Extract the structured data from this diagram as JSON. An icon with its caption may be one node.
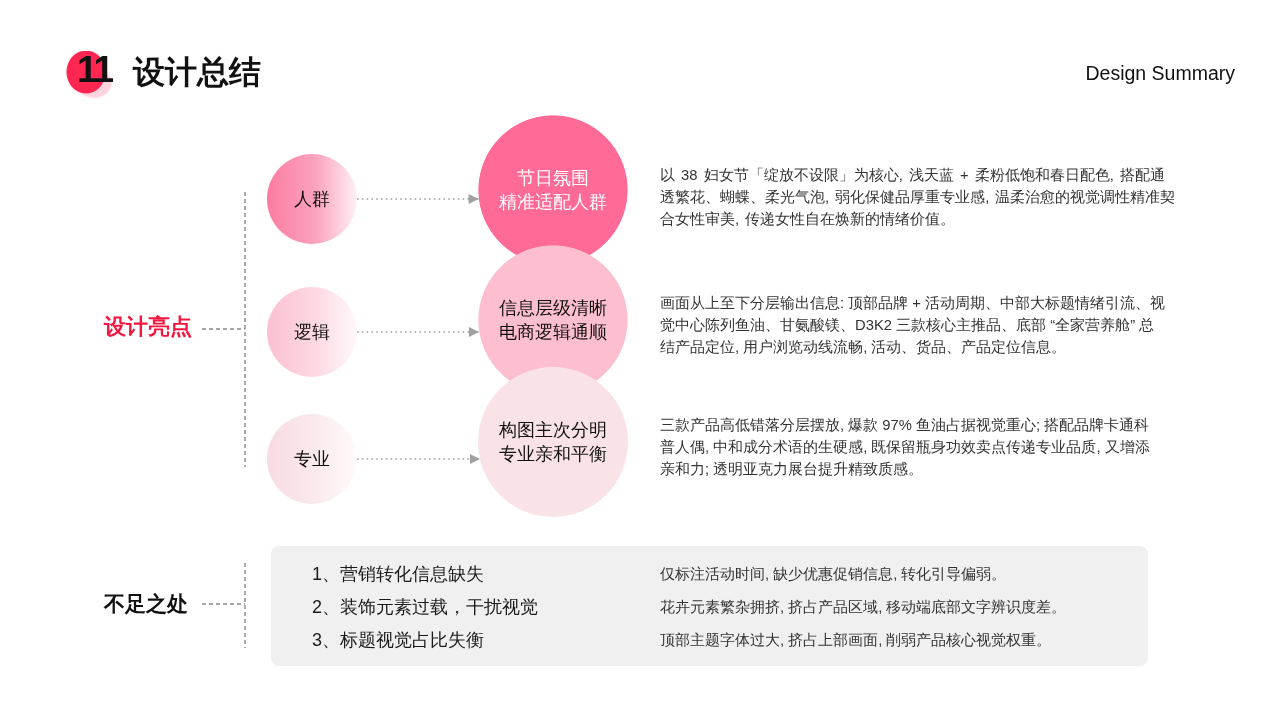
{
  "diagram": {
    "title": "设计总结",
    "nodes": [
      {
        "text": [
          "设计亮点"
        ]
      },
      {
        "text": [
          "人群"
        ]
      },
      {
        "text": [
          "节日氛围精准适配人群"
        ]
      },
      {
        "text": [
          "逻辑"
        ]
      },
      {
        "text": [
          "信息层级清晰电商逻辑通顺"
        ]
      },
      {
        "text": [
          "专业"
        ]
      },
      {
        "text": [
          "构图主次分明专业亲和平衡"
        ]
      },
      {
        "text": [
          "不足之处"
        ]
      },
      {
        "text": [
          "1、营销转化信息缺失",
          "仅标注活动时间, 缺少优惠促销信息, 转化引导偏弱。",
          "2、装饰元素过载，干扰视觉",
          "花卉元素繁杂拥挤, 挤占产品区域, 移动端底部文字辨识度差。",
          "3、标题视觉占比失衡",
          "顶部主题字体过大, 挤占上部画面, 削弱产品核心视觉权重。"
        ]
      }
    ],
    "edges": [
      {
        "from": 1,
        "to": 2,
        "arrow": "to",
        "style": "dashed"
      },
      {
        "from": 3,
        "to": 4,
        "arrow": "to",
        "style": "dashed"
      },
      {
        "from": 5,
        "to": 6,
        "arrow": "to",
        "style": "dashed"
      }
    ],
    "labels": [
      "11",
      "Design Summary",
      "以 38 妇女节「绽放不设限」为核心, 浅天蓝 + 柔粉低饱和春日配色, 搭配通透繁花、蝴蝶、柔光气泡, 弱化保健品厚重专业感, 温柔治愈的视觉调性精准契合女性审美, 传递女性自在焕新的情绪价值。",
      "画面从上至下分层输出信息: 顶部品牌 + 活动周期、中部大标题情绪引流、视觉中心陈列鱼油、甘氨酸镁、D3K2 三款核心主推品、底部 “全家营养舱” 总结产品定位, 用户浏览动线流畅, 活动、货品、产品定位信息。",
      "三款产品高低错落分层摆放, 爆款 97% 鱼油占据视觉重心; 搭配品牌卡通科普人偶, 中和成分术语的生硬感, 既保留瓶身功效卖点传递专业品质, 又增添亲和力; 透明亚克力展台提升精致质感。"
    ]
  }
}
